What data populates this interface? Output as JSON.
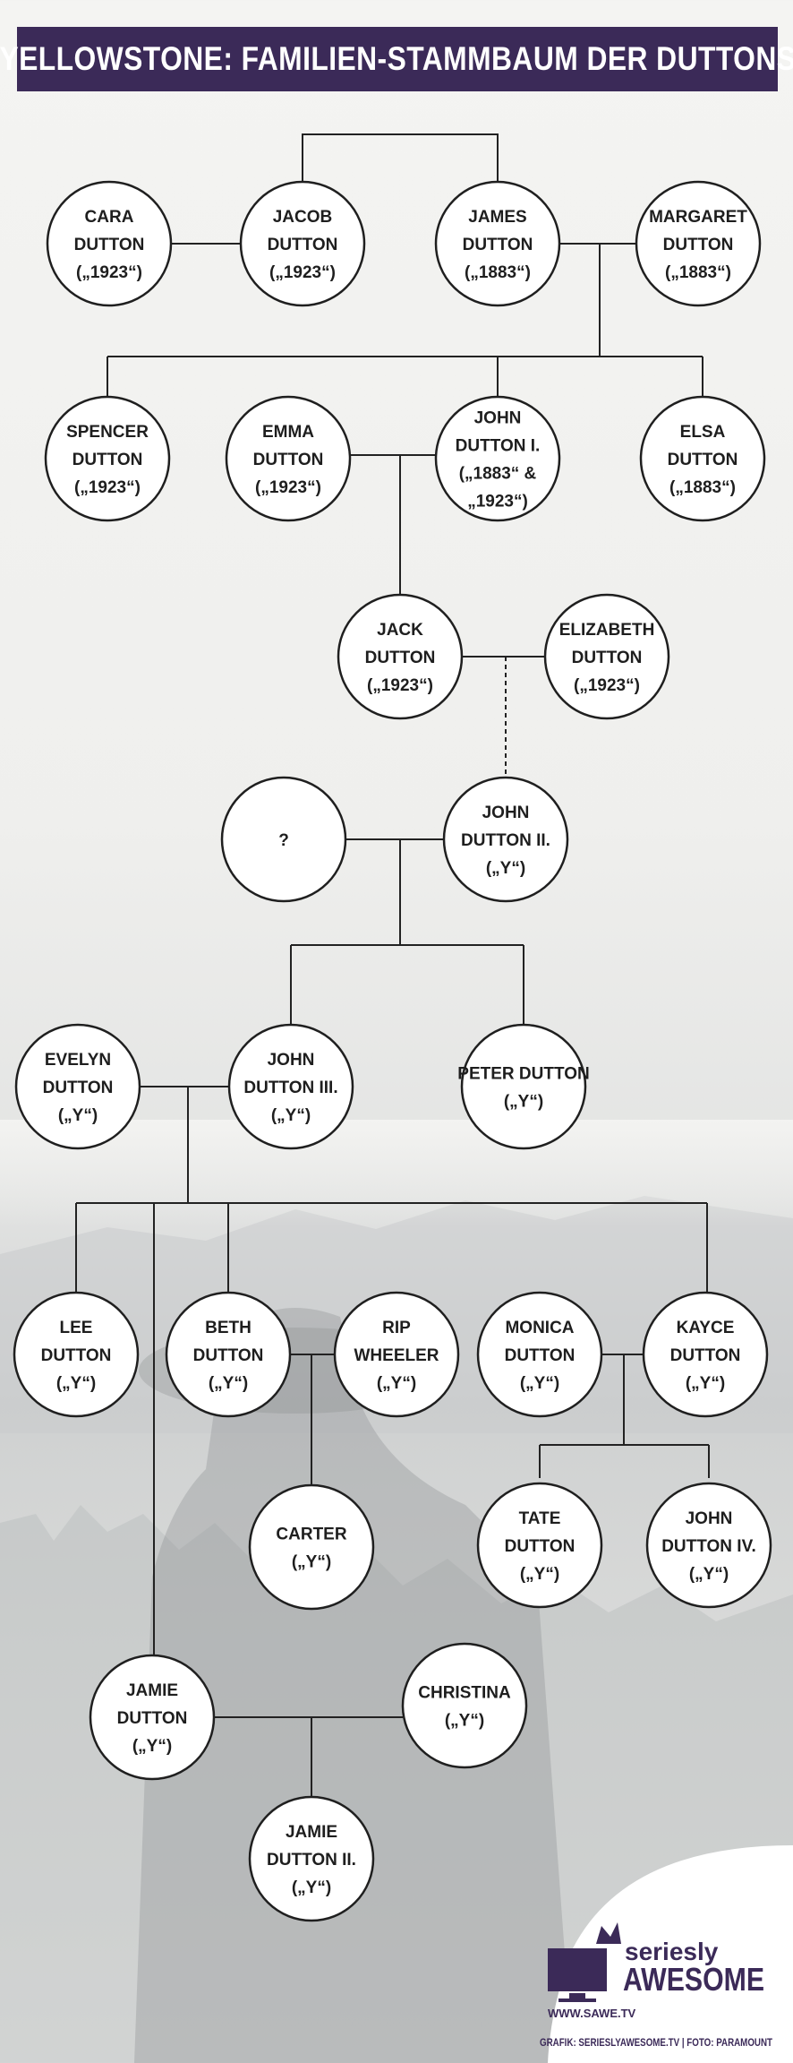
{
  "title": "YELLOWSTONE: FAMILIEN-STAMMBAUM DER DUTTONS",
  "nodes": [
    {
      "id": "cara",
      "lines": [
        "CARA",
        "DUTTON",
        "(„1923“)"
      ]
    },
    {
      "id": "jacob",
      "lines": [
        "JACOB",
        "DUTTON",
        "(„1923“)"
      ]
    },
    {
      "id": "james",
      "lines": [
        "JAMES",
        "DUTTON",
        "(„1883“)"
      ]
    },
    {
      "id": "margaret",
      "lines": [
        "MARGARET",
        "DUTTON",
        "(„1883“)"
      ]
    },
    {
      "id": "spencer",
      "lines": [
        "SPENCER",
        "DUTTON",
        "(„1923“)"
      ]
    },
    {
      "id": "emma",
      "lines": [
        "EMMA",
        "DUTTON",
        "(„1923“)"
      ]
    },
    {
      "id": "john1",
      "lines": [
        "JOHN",
        "DUTTON I.",
        "(„1883“ &",
        "„1923“)"
      ]
    },
    {
      "id": "elsa",
      "lines": [
        "ELSA",
        "DUTTON",
        "(„1883“)"
      ]
    },
    {
      "id": "jack",
      "lines": [
        "JACK",
        "DUTTON",
        "(„1923“)"
      ]
    },
    {
      "id": "elizabeth",
      "lines": [
        "ELIZABETH",
        "DUTTON",
        "(„1923“)"
      ]
    },
    {
      "id": "unknown",
      "lines": [
        "?"
      ]
    },
    {
      "id": "john2",
      "lines": [
        "JOHN",
        "DUTTON II.",
        "(„Y“)"
      ]
    },
    {
      "id": "evelyn",
      "lines": [
        "EVELYN",
        "DUTTON",
        "(„Y“)"
      ]
    },
    {
      "id": "john3",
      "lines": [
        "JOHN",
        "DUTTON III.",
        "(„Y“)"
      ]
    },
    {
      "id": "peter",
      "lines": [
        "PETER DUTTON",
        "(„Y“)"
      ]
    },
    {
      "id": "lee",
      "lines": [
        "LEE",
        "DUTTON",
        "(„Y“)"
      ]
    },
    {
      "id": "beth",
      "lines": [
        "BETH",
        "DUTTON",
        "(„Y“)"
      ]
    },
    {
      "id": "rip",
      "lines": [
        "RIP",
        "WHEELER",
        "(„Y“)"
      ]
    },
    {
      "id": "monica",
      "lines": [
        "MONICA",
        "DUTTON",
        "(„Y“)"
      ]
    },
    {
      "id": "kayce",
      "lines": [
        "KAYCE",
        "DUTTON",
        "(„Y“)"
      ]
    },
    {
      "id": "carter",
      "lines": [
        "CARTER",
        "(„Y“)"
      ]
    },
    {
      "id": "tate",
      "lines": [
        "TATE",
        "DUTTON",
        "(„Y“)"
      ]
    },
    {
      "id": "john4",
      "lines": [
        "JOHN",
        "DUTTON IV.",
        "(„Y“)"
      ]
    },
    {
      "id": "jamie",
      "lines": [
        "JAMIE",
        "DUTTON",
        "(„Y“)"
      ]
    },
    {
      "id": "christina",
      "lines": [
        "CHRISTINA",
        "(„Y“)"
      ]
    },
    {
      "id": "jamie2",
      "lines": [
        "JAMIE",
        "DUTTON II.",
        "(„Y“)"
      ]
    }
  ],
  "logo": {
    "brand_small": "seriesly",
    "brand_big": "AWESOME",
    "url": "WWW.SAWE.TV",
    "credit": "GRAFIK: SERIESLYAWESOME.TV  |  FOTO: PARAMOUNT",
    "accent_color": "#3b2a58"
  }
}
